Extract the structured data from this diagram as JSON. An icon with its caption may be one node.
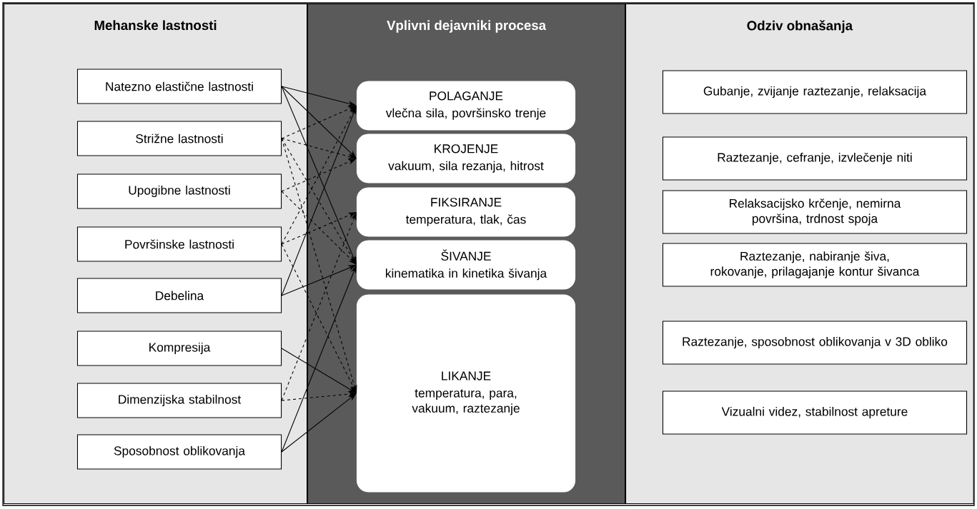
{
  "diagram": {
    "nodes": [
      {
        "text": [
          "Mehanske lastnosti"
        ]
      },
      {
        "text": [
          "Vplivni dejavniki procesa"
        ]
      },
      {
        "text": [
          "Odziv obnašanja"
        ]
      },
      {
        "text": [
          "Natezno elastične lastnosti"
        ],
        "in": 0
      },
      {
        "text": [
          "Strižne lastnosti"
        ],
        "in": 0
      },
      {
        "text": [
          "Upogibne lastnosti"
        ],
        "in": 0
      },
      {
        "text": [
          "Površinske lastnosti"
        ],
        "in": 0
      },
      {
        "text": [
          "Debelina"
        ],
        "in": 0
      },
      {
        "text": [
          "Kompresija"
        ],
        "in": 0
      },
      {
        "text": [
          "Dimenzijska stabilnost"
        ],
        "in": 0
      },
      {
        "text": [
          "Sposobnost oblikovanja"
        ],
        "in": 0
      },
      {
        "text": [
          "POLAGANJE",
          "vlečna sila, površinsko trenje"
        ],
        "in": 1
      },
      {
        "text": [
          "KROJENJE",
          "vakuum, sila rezanja, hitrost"
        ],
        "in": 1
      },
      {
        "text": [
          "FIKSIRANJE",
          "temperatura, tlak, čas"
        ],
        "in": 1
      },
      {
        "text": [
          "ŠIVANJE",
          "kinematika in kinetika šivanja"
        ],
        "in": 1
      },
      {
        "text": [
          "LIKANJE",
          "temperatura, para, vakuum, raztezanje"
        ],
        "in": 1
      },
      {
        "text": [
          "Gubanje, zvijanje raztezanje, relaksacija"
        ],
        "in": 2
      },
      {
        "text": [
          "Raztezanje, cefranje, izvlečenje niti"
        ],
        "in": 2
      },
      {
        "text": [
          "Relaksacijsko krčenje, nemirna površina, trdnost spoja"
        ],
        "in": 2
      },
      {
        "text": [
          "Raztezanje, nabiranje šiva, rokovanje, prilagajanje kontur šivanca"
        ],
        "in": 2
      },
      {
        "text": [
          "Raztezanje, sposobnost oblikovanja v 3D obliko"
        ],
        "in": 2
      },
      {
        "text": [
          "Vizualni videz, stabilnost apreture"
        ],
        "in": 2
      }
    ],
    "edges": [
      {
        "from": 3,
        "to": 11,
        "arrow": "to"
      },
      {
        "from": 3,
        "to": 12,
        "arrow": "to"
      },
      {
        "from": 3,
        "to": 14,
        "arrow": "to"
      },
      {
        "from": 4,
        "to": 11,
        "arrow": "to",
        "style": "dashed"
      },
      {
        "from": 4,
        "to": 12,
        "arrow": "to",
        "style": "dashed"
      },
      {
        "from": 4,
        "to": 14,
        "arrow": "to",
        "style": "dashed"
      },
      {
        "from": 4,
        "to": 15,
        "arrow": "to",
        "style": "dashed"
      },
      {
        "from": 5,
        "to": 12,
        "arrow": "to",
        "style": "dashed"
      },
      {
        "from": 5,
        "to": 14,
        "arrow": "to",
        "style": "dashed"
      },
      {
        "from": 6,
        "to": 11,
        "arrow": "to",
        "style": "dashed"
      },
      {
        "from": 6,
        "to": 13,
        "arrow": "to",
        "style": "dashed"
      },
      {
        "from": 6,
        "to": 15,
        "arrow": "to",
        "style": "dashed"
      },
      {
        "from": 7,
        "to": 11,
        "arrow": "to"
      },
      {
        "from": 7,
        "to": 14,
        "arrow": "to"
      },
      {
        "from": 8,
        "to": 15,
        "arrow": "to"
      },
      {
        "from": 9,
        "to": 13,
        "arrow": "to",
        "style": "dashed"
      },
      {
        "from": 9,
        "to": 15,
        "arrow": "to",
        "style": "dashed"
      },
      {
        "from": 10,
        "to": 14,
        "arrow": "to"
      },
      {
        "from": 10,
        "to": 15,
        "arrow": "to"
      }
    ]
  }
}
